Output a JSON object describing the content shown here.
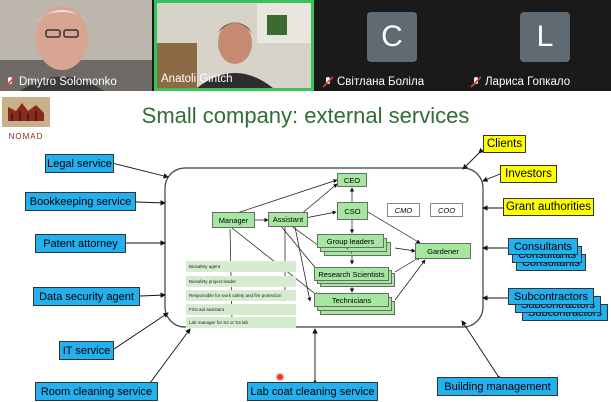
{
  "participants": [
    {
      "name": "Dmytro Solomonko",
      "muted": true
    },
    {
      "name": "Anatoli Giritch",
      "muted": false
    },
    {
      "name": "Світлана Боліла",
      "initial": "C",
      "muted": true
    },
    {
      "name": "Лариса Гопкало",
      "initial": "L",
      "muted": true
    }
  ],
  "slide": {
    "title": "Small company: external services",
    "logo_text": "NOMAD",
    "left_services": [
      "Legal service",
      "Bookkeeping service",
      "Patent attorney",
      "Data security agent",
      "IT service",
      "Room cleaning service"
    ],
    "bottom_service": "Lab coat cleaning service",
    "right_yellow": [
      "Clients",
      "Investors",
      "Grant authorities"
    ],
    "right_blue": [
      "Consultants",
      "Subcontractors",
      "Building management"
    ],
    "org": {
      "ceo": "CEO",
      "cso": "CSO",
      "cmo": "CMO",
      "coo": "COO",
      "manager": "Manager",
      "assistant": "Assistant",
      "group_leaders": "Group leaders",
      "gardener": "Gardener",
      "research_scientists": "Research Scientists",
      "technicians": "Technicians",
      "roles": [
        "Biosafety agent",
        "Biosafety project leader",
        "Responsible for work safety and fire protection",
        "First aid assistant",
        "Lab manager for S2 or S3 lab"
      ]
    }
  },
  "colors": {
    "service_blue": "#22b0ee",
    "stakeholder_yellow": "#ffff00",
    "org_green": "#a5e6a1",
    "title_green": "#2e6e35",
    "active_speaker": "#35c35a"
  }
}
